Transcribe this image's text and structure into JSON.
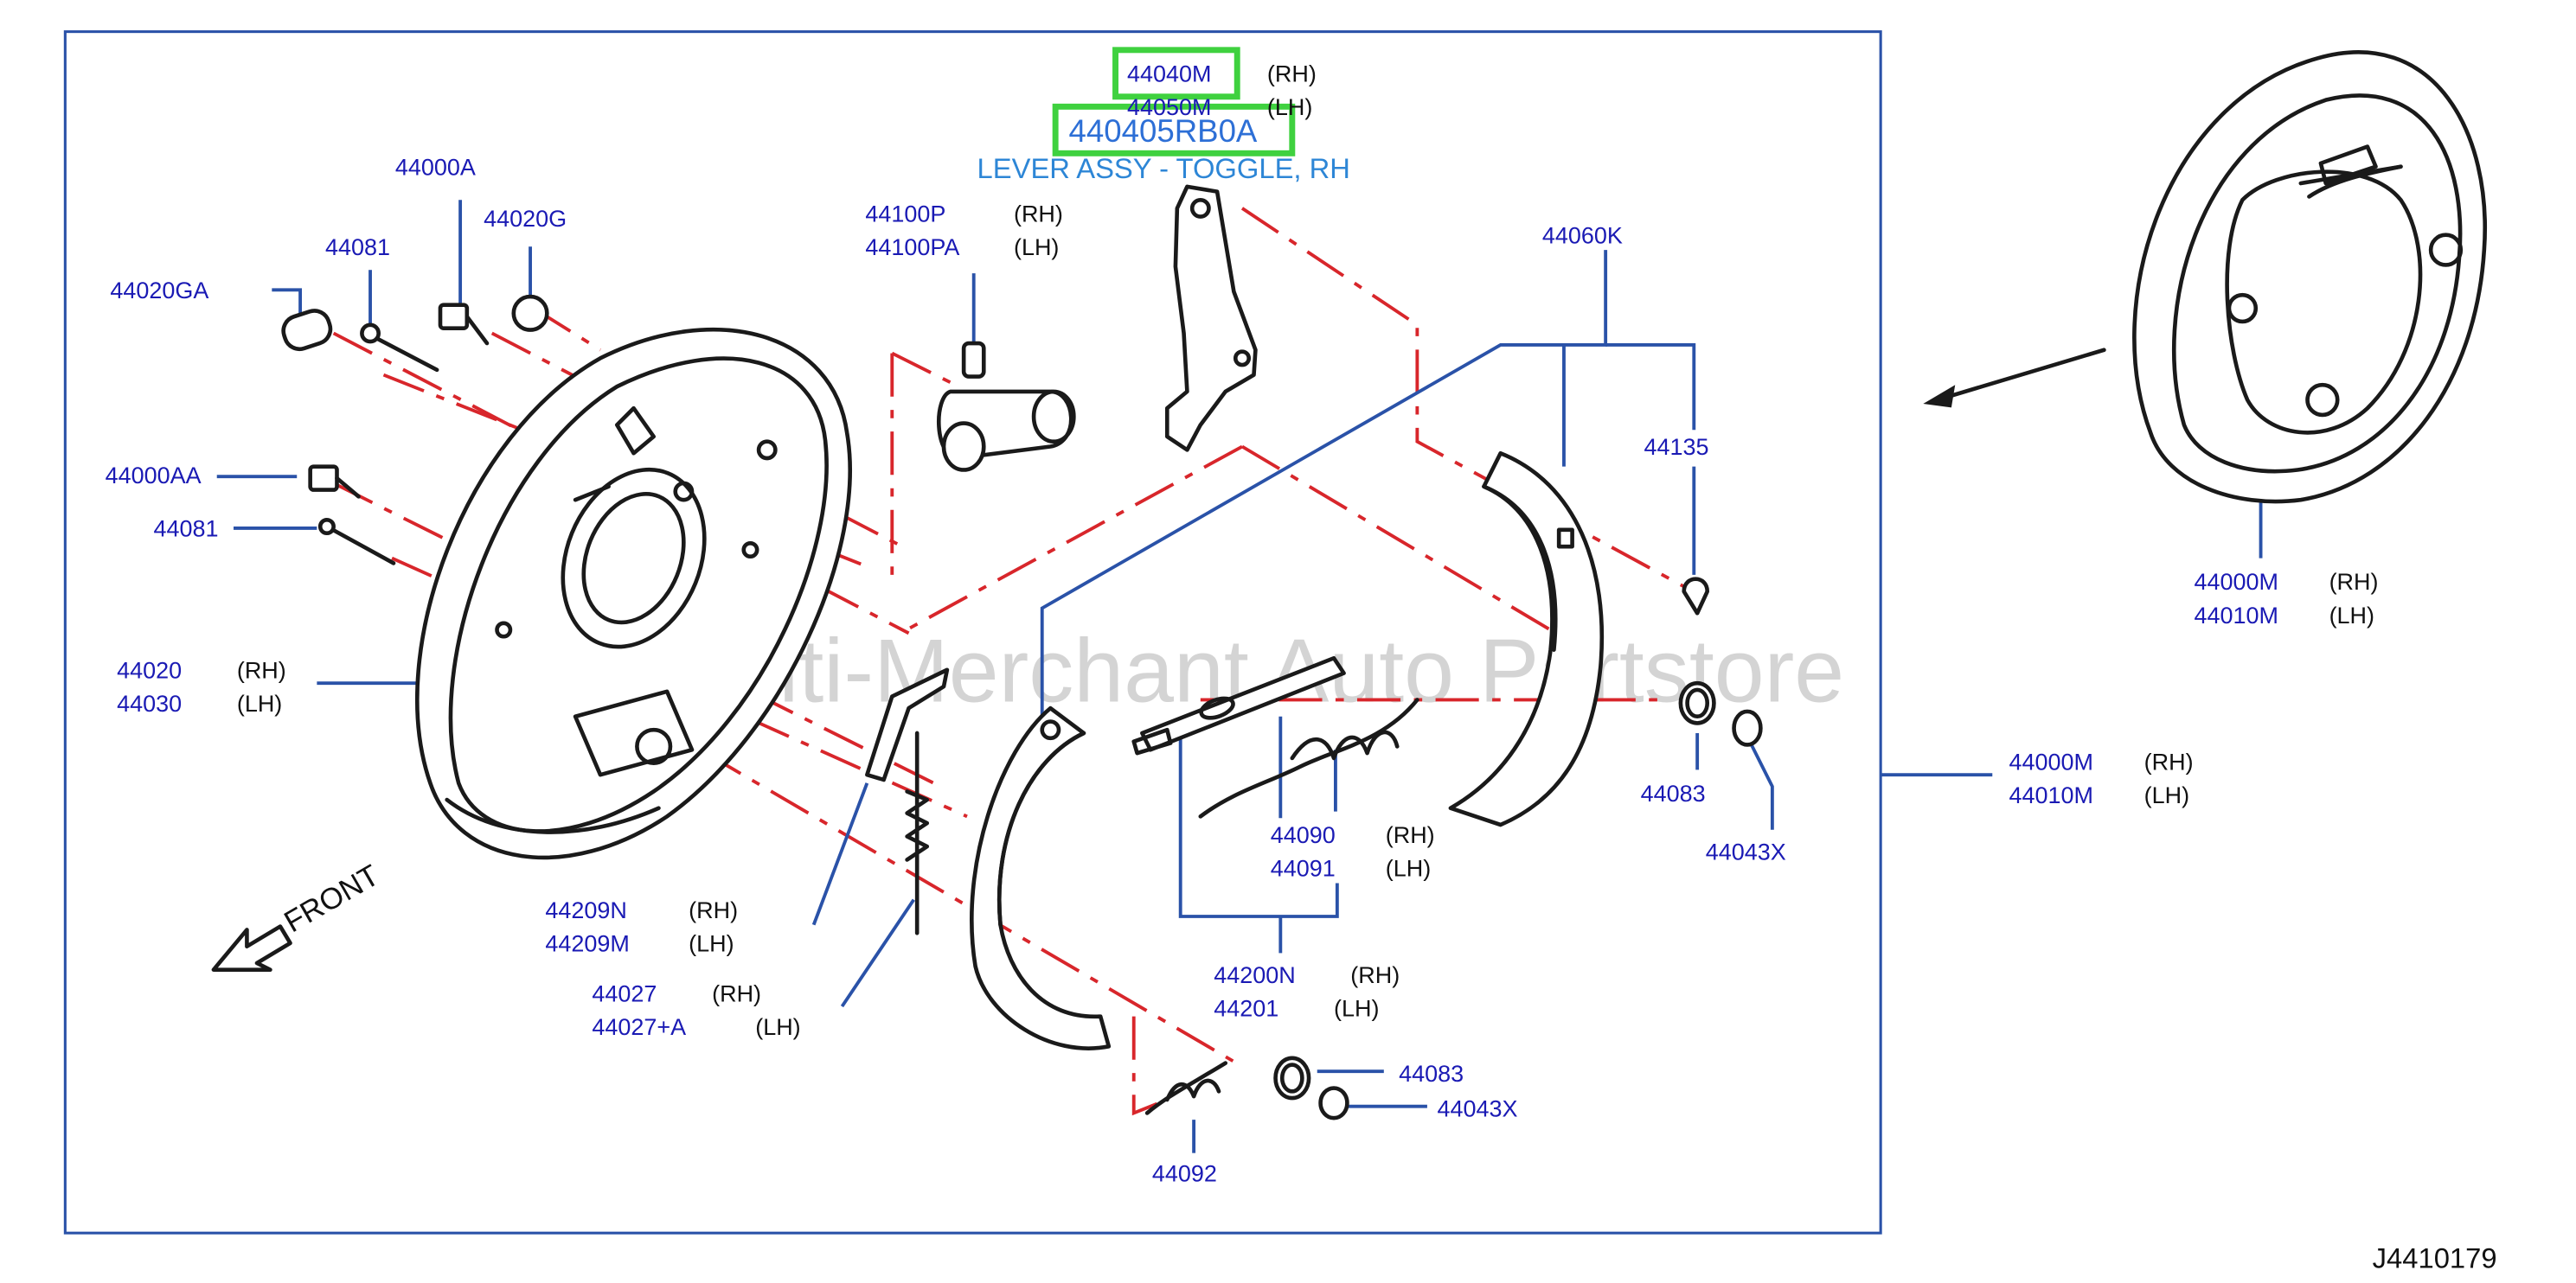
{
  "diagram_id": "J4410179",
  "watermark": "Multi-Merchant Auto Partstore",
  "front_label": "FRONT",
  "highlight": {
    "part_number": "440405RB0A",
    "description": "LEVER ASSY - TOGGLE, RH"
  },
  "labels": {
    "p44040M": "44040M",
    "p44040M_side": "(RH)",
    "p44050M": "44050M",
    "p44050M_side": "(LH)",
    "p44000A": "44000A",
    "p44020G": "44020G",
    "p44081_top": "44081",
    "p44020GA": "44020GA",
    "p44100P": "44100P",
    "p44100P_side": "(RH)",
    "p44100PA": "44100PA",
    "p44100PA_side": "(LH)",
    "p44060K": "44060K",
    "p44135": "44135",
    "p44000AA": "44000AA",
    "p44081_mid": "44081",
    "p44020": "44020",
    "p44020_side": "(RH)",
    "p44030": "44030",
    "p44030_side": "(LH)",
    "p44083_r": "44083",
    "p44043X_r": "44043X",
    "p44090": "44090",
    "p44090_side": "(RH)",
    "p44091": "44091",
    "p44091_side": "(LH)",
    "p44209N": "44209N",
    "p44209N_side": "(RH)",
    "p44209M": "44209M",
    "p44209M_side": "(LH)",
    "p44027": "44027",
    "p44027_side": "(RH)",
    "p44027A": "44027+A",
    "p44027A_side": "(LH)",
    "p44200N": "44200N",
    "p44200N_side": "(RH)",
    "p44201": "44201",
    "p44201_side": "(LH)",
    "p44083_b": "44083",
    "p44043X_b": "44043X",
    "p44092": "44092",
    "p44000M_inset": "44000M",
    "p44000M_inset_side": "(RH)",
    "p44010M_inset": "44010M",
    "p44010M_inset_side": "(LH)",
    "p44000M_main": "44000M",
    "p44000M_main_side": "(RH)",
    "p44010M_main": "44010M",
    "p44010M_main_side": "(LH)"
  },
  "colors": {
    "label": "#1a1ab4",
    "highlight_box": "#3fd13f",
    "leader": "#2a52a8",
    "dashed_guide": "#d8262b",
    "frame": "#2a52a8"
  }
}
